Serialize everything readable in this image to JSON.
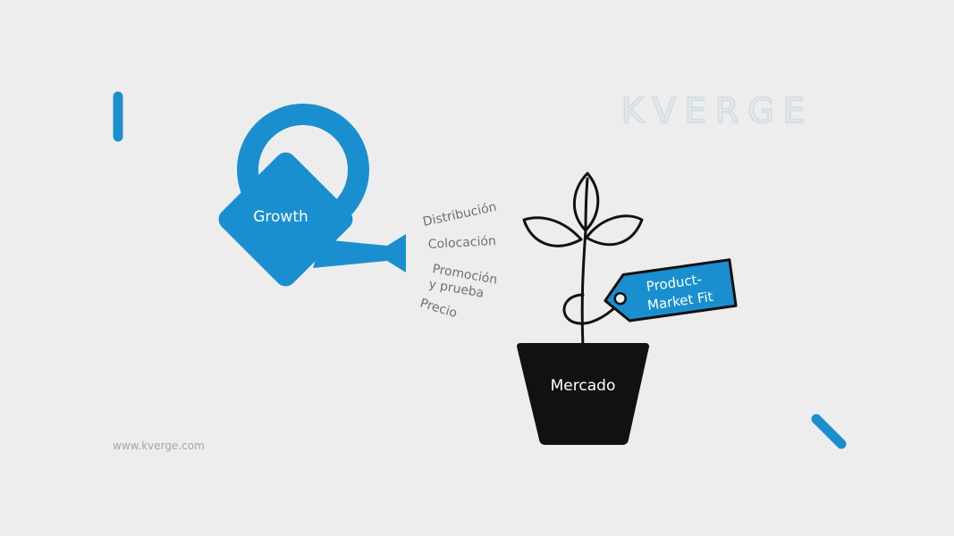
{
  "brand": {
    "watermark": "KVERGE",
    "url": "www.kverge.com"
  },
  "watering_can": {
    "label": "Growth"
  },
  "streams": [
    "Distribución",
    "Colocación",
    "Promoción",
    "y prueba",
    "Precio"
  ],
  "tag": {
    "line1": "Product-",
    "line2": "Market Fit"
  },
  "pot": {
    "label": "Mercado"
  },
  "colors": {
    "accent": "#1a8fd0",
    "background": "#eeedee",
    "ink": "#111111",
    "muted_text": "#707070",
    "watermark": "#d3dfe5"
  }
}
